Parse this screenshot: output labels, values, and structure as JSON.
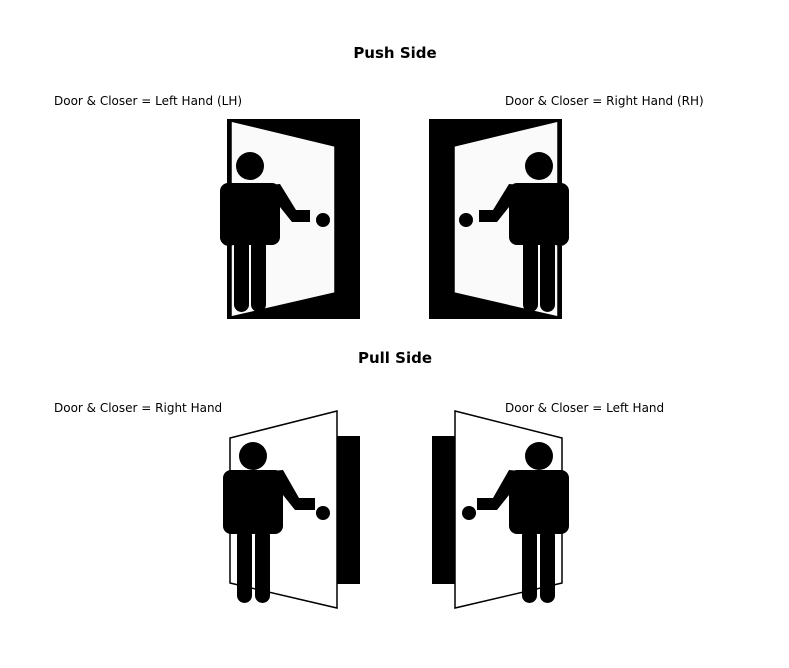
{
  "push_section": {
    "title": "Push Side",
    "left": {
      "caption": "Door & Closer = Left Hand (LH)"
    },
    "right": {
      "caption": "Door & Closer = Right Hand (RH)"
    }
  },
  "pull_section": {
    "title": "Pull Side",
    "left": {
      "caption": "Door & Closer = Right Hand"
    },
    "right": {
      "caption": "Door & Closer = Left Hand"
    }
  },
  "colors": {
    "ink": "#000000",
    "paper": "#ffffff",
    "door_leaf_push": "#fafafa"
  }
}
